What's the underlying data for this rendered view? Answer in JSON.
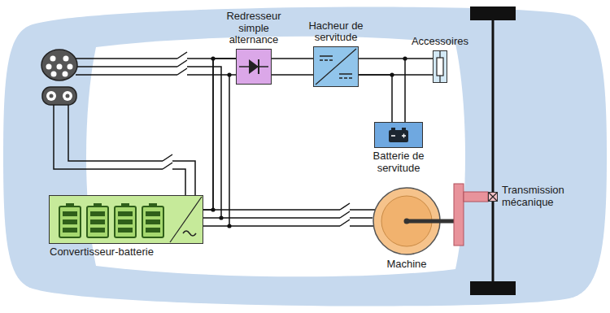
{
  "diagram": {
    "nodes": [
      {
        "text": [
          "Redresseur simple alternance"
        ]
      },
      {
        "text": [
          "Hacheur de servitude"
        ]
      },
      {
        "text": [
          "Accessoires"
        ]
      },
      {
        "text": [
          "Batterie de servitude"
        ]
      },
      {
        "text": [
          "Convertisseur-batterie"
        ]
      },
      {
        "text": [
          "Machine"
        ]
      },
      {
        "text": [
          "Transmission mécanique"
        ]
      }
    ],
    "edges": [
      {
        "from": 0,
        "to": 1,
        "arrow": "none"
      },
      {
        "from": 1,
        "to": 2,
        "arrow": "none"
      },
      {
        "from": 1,
        "to": 3,
        "arrow": "none"
      },
      {
        "from": 4,
        "to": 0,
        "arrow": "none"
      },
      {
        "from": 4,
        "to": 5,
        "arrow": "none"
      },
      {
        "from": 5,
        "to": 6,
        "arrow": "none"
      }
    ]
  }
}
